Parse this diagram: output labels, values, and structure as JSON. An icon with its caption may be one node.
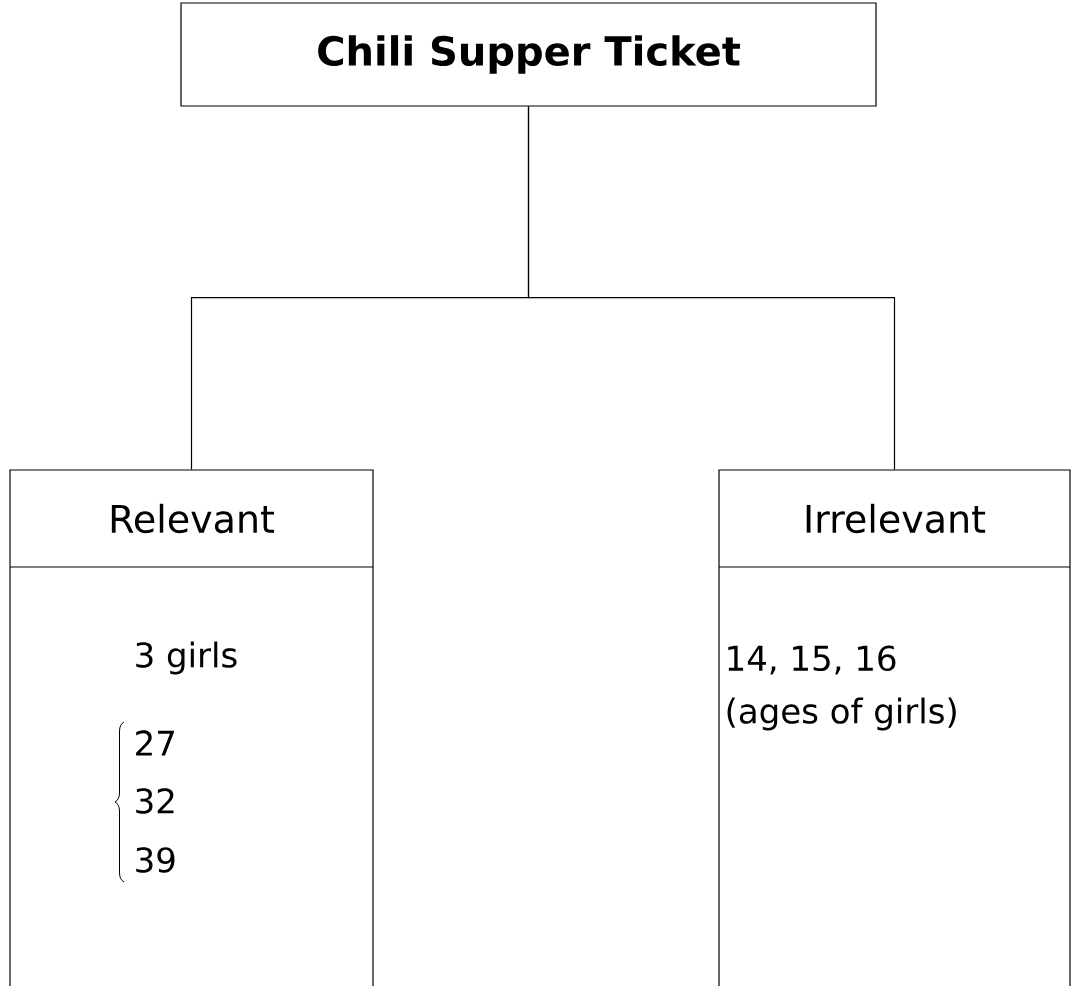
{
  "diagram": {
    "nodes": [
      {
        "text": [
          "Chili Supper Ticket"
        ]
      },
      {
        "text": [
          "Relevant",
          "3 girls",
          "27",
          "32",
          "39"
        ]
      },
      {
        "text": [
          "Irrelevant",
          "14, 15, 16",
          "(ages of girls)"
        ]
      }
    ],
    "edges": [
      {
        "from": 0,
        "to": 1,
        "arrow": "none"
      },
      {
        "from": 0,
        "to": 2,
        "arrow": "none"
      }
    ]
  }
}
